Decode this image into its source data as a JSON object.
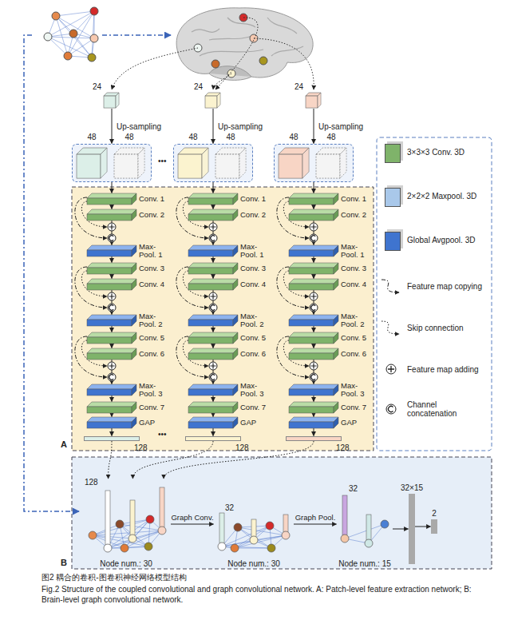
{
  "diagram": {
    "title": "图2 耦合的卷积-图卷积神经网络模型结构",
    "caption": "Fig.2 Structure of the coupled convolutional and graph convolutional network. A: Patch-level feature extraction network; B: Brain-level graph convolutional network.",
    "nodes": [
      {
        "text": [
          "24"
        ]
      },
      {
        "text": [
          "48",
          "48"
        ]
      },
      {
        "text": [
          "Conv. 1"
        ]
      },
      {
        "text": [
          "Conv. 2"
        ]
      },
      {
        "text": [
          "Max- Pool. 1"
        ]
      },
      {
        "text": [
          "Conv. 3"
        ]
      },
      {
        "text": [
          "Conv. 4"
        ]
      },
      {
        "text": [
          "Max- Pool. 2"
        ]
      },
      {
        "text": [
          "Conv. 5"
        ]
      },
      {
        "text": [
          "Conv. 6"
        ]
      },
      {
        "text": [
          "Max- Pool. 3"
        ]
      },
      {
        "text": [
          "Conv. 7"
        ]
      },
      {
        "text": [
          "GAP"
        ]
      },
      {
        "text": [
          "128"
        ]
      },
      {
        "text": [
          "24"
        ]
      },
      {
        "text": [
          "48",
          "48"
        ]
      },
      {
        "text": [
          "Conv. 1"
        ]
      },
      {
        "text": [
          "Conv. 2"
        ]
      },
      {
        "text": [
          "Max- Pool. 1"
        ]
      },
      {
        "text": [
          "Conv. 3"
        ]
      },
      {
        "text": [
          "Conv. 4"
        ]
      },
      {
        "text": [
          "Max- Pool. 2"
        ]
      },
      {
        "text": [
          "Conv. 5"
        ]
      },
      {
        "text": [
          "Conv. 6"
        ]
      },
      {
        "text": [
          "Max- Pool. 3"
        ]
      },
      {
        "text": [
          "Conv. 7"
        ]
      },
      {
        "text": [
          "GAP"
        ]
      },
      {
        "text": [
          "128"
        ]
      },
      {
        "text": [
          "24"
        ]
      },
      {
        "text": [
          "48",
          "48"
        ]
      },
      {
        "text": [
          "Conv. 1"
        ]
      },
      {
        "text": [
          "Conv. 2"
        ]
      },
      {
        "text": [
          "Max- Pool. 1"
        ]
      },
      {
        "text": [
          "Conv. 3"
        ]
      },
      {
        "text": [
          "Conv. 4"
        ]
      },
      {
        "text": [
          "Max- Pool. 2"
        ]
      },
      {
        "text": [
          "Conv. 5"
        ]
      },
      {
        "text": [
          "Conv. 6"
        ]
      },
      {
        "text": [
          "Max- Pool. 3"
        ]
      },
      {
        "text": [
          "Conv. 7"
        ]
      },
      {
        "text": [
          "GAP"
        ]
      },
      {
        "text": [
          "128"
        ]
      },
      {
        "text": [
          "Node num.: 30"
        ]
      },
      {
        "text": [
          "Node num.: 30"
        ]
      },
      {
        "text": [
          "Node num.: 15"
        ]
      },
      {
        "text": [
          "32×15"
        ]
      },
      {
        "text": [
          "2"
        ]
      }
    ],
    "edges": [
      {
        "from": 0,
        "to": 1,
        "label": "Up-sampling",
        "arrow": "to"
      },
      {
        "from": 1,
        "to": 2,
        "arrow": "to"
      },
      {
        "from": 2,
        "to": 3,
        "arrow": "to"
      },
      {
        "from": 3,
        "to": 4,
        "arrow": "to"
      },
      {
        "from": 4,
        "to": 5,
        "arrow": "to"
      },
      {
        "from": 5,
        "to": 6,
        "arrow": "to"
      },
      {
        "from": 6,
        "to": 7,
        "arrow": "to"
      },
      {
        "from": 7,
        "to": 8,
        "arrow": "to"
      },
      {
        "from": 8,
        "to": 9,
        "arrow": "to"
      },
      {
        "from": 9,
        "to": 10,
        "arrow": "to"
      },
      {
        "from": 10,
        "to": 11,
        "arrow": "to"
      },
      {
        "from": 11,
        "to": 12,
        "arrow": "to"
      },
      {
        "from": 12,
        "to": 13,
        "arrow": "to"
      },
      {
        "from": 13,
        "to": 42,
        "arrow": "to"
      },
      {
        "from": 14,
        "to": 15,
        "label": "Up-sampling",
        "arrow": "to"
      },
      {
        "from": 15,
        "to": 16,
        "arrow": "to"
      },
      {
        "from": 16,
        "to": 17,
        "arrow": "to"
      },
      {
        "from": 17,
        "to": 18,
        "arrow": "to"
      },
      {
        "from": 18,
        "to": 19,
        "arrow": "to"
      },
      {
        "from": 19,
        "to": 20,
        "arrow": "to"
      },
      {
        "from": 20,
        "to": 21,
        "arrow": "to"
      },
      {
        "from": 21,
        "to": 22,
        "arrow": "to"
      },
      {
        "from": 22,
        "to": 23,
        "arrow": "to"
      },
      {
        "from": 23,
        "to": 24,
        "arrow": "to"
      },
      {
        "from": 24,
        "to": 25,
        "arrow": "to"
      },
      {
        "from": 25,
        "to": 26,
        "arrow": "to"
      },
      {
        "from": 26,
        "to": 27,
        "arrow": "to"
      },
      {
        "from": 27,
        "to": 42,
        "arrow": "to"
      },
      {
        "from": 28,
        "to": 29,
        "label": "Up-sampling",
        "arrow": "to"
      },
      {
        "from": 29,
        "to": 30,
        "arrow": "to"
      },
      {
        "from": 30,
        "to": 31,
        "arrow": "to"
      },
      {
        "from": 31,
        "to": 32,
        "arrow": "to"
      },
      {
        "from": 32,
        "to": 33,
        "arrow": "to"
      },
      {
        "from": 33,
        "to": 34,
        "arrow": "to"
      },
      {
        "from": 34,
        "to": 35,
        "arrow": "to"
      },
      {
        "from": 35,
        "to": 36,
        "arrow": "to"
      },
      {
        "from": 36,
        "to": 37,
        "arrow": "to"
      },
      {
        "from": 37,
        "to": 38,
        "arrow": "to"
      },
      {
        "from": 38,
        "to": 39,
        "arrow": "to"
      },
      {
        "from": 39,
        "to": 40,
        "arrow": "to"
      },
      {
        "from": 40,
        "to": 41,
        "arrow": "to"
      },
      {
        "from": 41,
        "to": 42,
        "arrow": "to"
      },
      {
        "from": 42,
        "to": 43,
        "label": "Graph Conv.",
        "arrow": "to"
      },
      {
        "from": 43,
        "to": 44,
        "label": "Graph Pool.",
        "arrow": "to"
      },
      {
        "from": 44,
        "to": 45,
        "arrow": "to"
      },
      {
        "from": 45,
        "to": 46,
        "arrow": "to"
      }
    ],
    "labels": [
      "•••",
      "•••",
      "A",
      "B",
      "128",
      "32",
      "32"
    ],
    "legend": [
      {
        "text": "3×3×3 Conv. 3D",
        "color": "#7fb36a"
      },
      {
        "text": "2×2×2 Maxpool. 3D",
        "color": "#a9c8ea"
      },
      {
        "text": "Global Avgpool. 3D",
        "color": "#3f74cf"
      },
      {
        "text": "Feature map copying"
      },
      {
        "text": "Skip connection"
      },
      {
        "text": "Feature map adding"
      },
      {
        "text": "Channel concatenation"
      }
    ]
  }
}
